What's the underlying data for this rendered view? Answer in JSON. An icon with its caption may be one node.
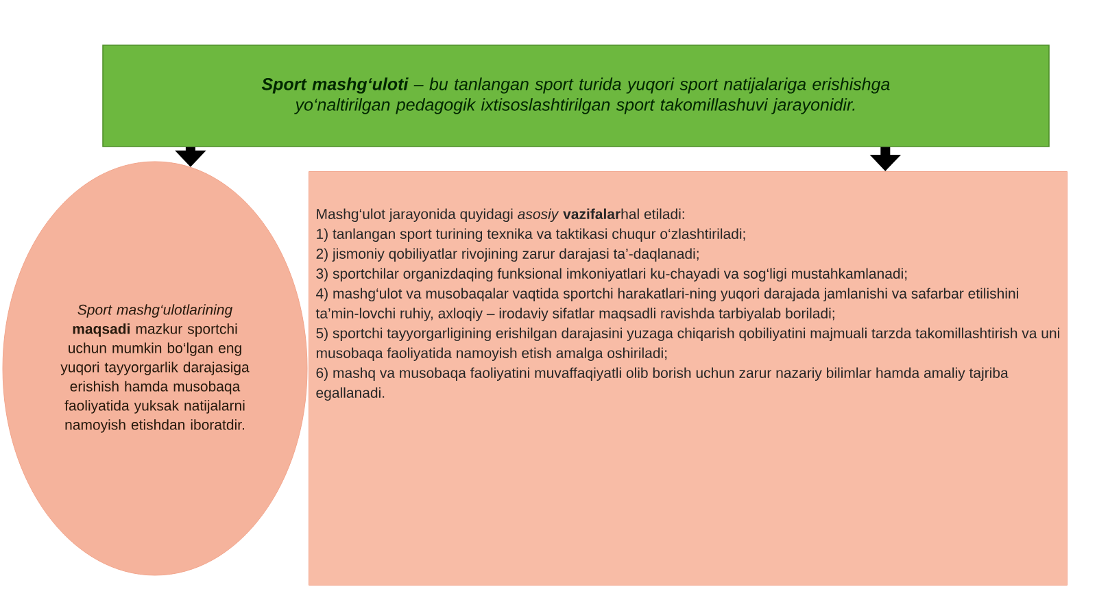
{
  "diagram": {
    "nodes": [
      {
        "text": [
          "**Sport mashg‘uloti** – bu tanlangan sport turida yuqori sport natijalariga erishishga yo‘naltirilgan pedagogik ixtisoslashtirilgan sport takomillashuvi jarayonidir."
        ]
      },
      {
        "text": [
          "*Sport mashg‘ulotlarining* **maqsadi** mazkur sportchi uchun mumkin bo‘lgan eng yuqori tayyorgarlik darajasiga erishish hamda musobaqa faoliyatida yuksak natijalarni namoyish etishdan iboratdir."
        ]
      },
      {
        "text": [
          "Mashg‘ulot jarayonida quyidagi *asosiy* **vazifalar**hal etiladi:",
          "1) tanlangan sport turining texnika va taktikasi chuqur o‘zlashtiriladi;",
          "2) jismoniy qobiliyatlar rivojining zarur darajasi ta’-daqlanadi;",
          "3) sportchilar organizdaqing funksional imkoniyatlari ku-chayadi va sog‘ligi mustahkamlanadi;",
          "4) mashg‘ulot va musobaqalar vaqtida sportchi harakatlari-ning yuqori darajada jamlanishi va safarbar etilishini ta’min-lovchi ruhiy, axloqiy – irodaviy sifatlar maqsadli ravishda tarbiyalab boriladi;",
          "5) sportchi tayyorgarligining erishilgan darajasini yuzaga chiqarish qobiliyatini majmuali tarzda takomillashtirish va uni musobaqa faoliyatida namoyish etish amalga oshiriladi;",
          "6) mashq va musobaqa faoliyatini muvaffaqiyatli olib borish uchun zarur nazariy bilimlar hamda amaliy tajriba egallanadi."
        ]
      }
    ],
    "edges": [
      {
        "from": 0,
        "to": 1,
        "arrow": "to"
      },
      {
        "from": 0,
        "to": 2,
        "arrow": "to"
      }
    ]
  }
}
